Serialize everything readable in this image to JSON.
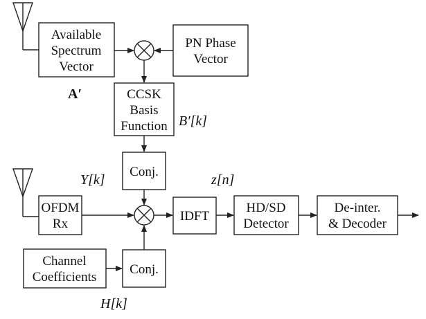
{
  "blocks": {
    "available_spectrum": [
      "Available",
      "Spectrum",
      "Vector"
    ],
    "pn_phase": [
      "PN Phase",
      "Vector"
    ],
    "ccsk_basis": [
      "CCSK",
      "Basis",
      "Function"
    ],
    "conj_top": [
      "Conj."
    ],
    "ofdm_rx": [
      "OFDM",
      "Rx"
    ],
    "idft": [
      "IDFT"
    ],
    "detector": [
      "HD/SD",
      "Detector"
    ],
    "deinter": [
      "De-inter.",
      "& Decoder"
    ],
    "channel_coeff": [
      "Channel",
      "Coefficients"
    ],
    "conj_bottom": [
      "Conj."
    ]
  },
  "signals": {
    "a_prime": "A′",
    "b_prime": "B′[k]",
    "y_k": "Y[k]",
    "z_n": "z[n]",
    "h_k": "H[k]"
  }
}
